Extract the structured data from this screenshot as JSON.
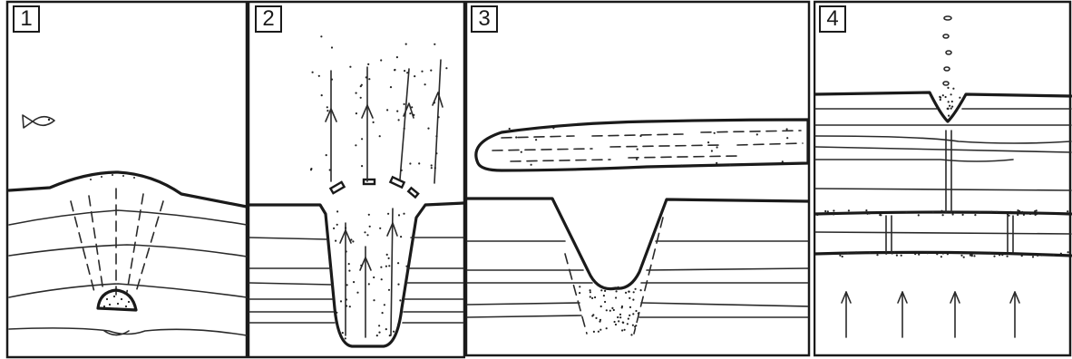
{
  "panels": [
    {
      "number": "1"
    },
    {
      "number": "2"
    },
    {
      "number": "3"
    },
    {
      "number": "4"
    }
  ],
  "colors": {
    "ink": "#1a1a1a",
    "background": "#ffffff"
  },
  "icons": [
    "fish-icon",
    "upward-arrow-icon",
    "bubble-icon"
  ]
}
